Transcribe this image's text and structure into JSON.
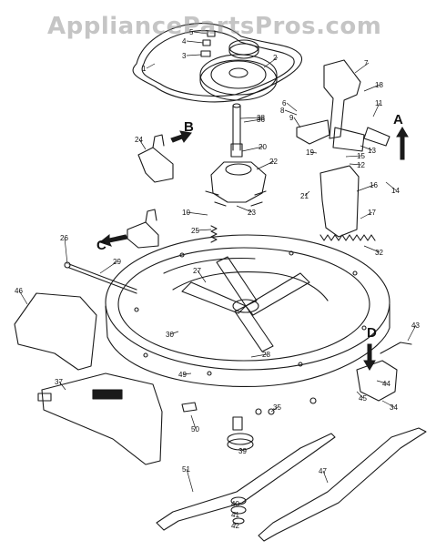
{
  "watermark": "AppliancePartsPros.com",
  "colors": {
    "ink": "#1a1a1a",
    "paper": "#ffffff",
    "watermark": "#9a9a9a"
  },
  "view_labels": [
    "A",
    "B",
    "C",
    "D"
  ],
  "part_numbers": [
    "1",
    "2",
    "3",
    "4",
    "5",
    "6",
    "7",
    "8",
    "9",
    "10",
    "11",
    "12",
    "13",
    "14",
    "15",
    "16",
    "17",
    "18",
    "19",
    "20",
    "21",
    "22",
    "23",
    "24",
    "25",
    "26",
    "27",
    "28",
    "29",
    "30",
    "32",
    "34",
    "35",
    "36",
    "37",
    "38",
    "39",
    "40",
    "41",
    "42",
    "43",
    "44",
    "45",
    "46",
    "47",
    "49",
    "50",
    "51"
  ]
}
